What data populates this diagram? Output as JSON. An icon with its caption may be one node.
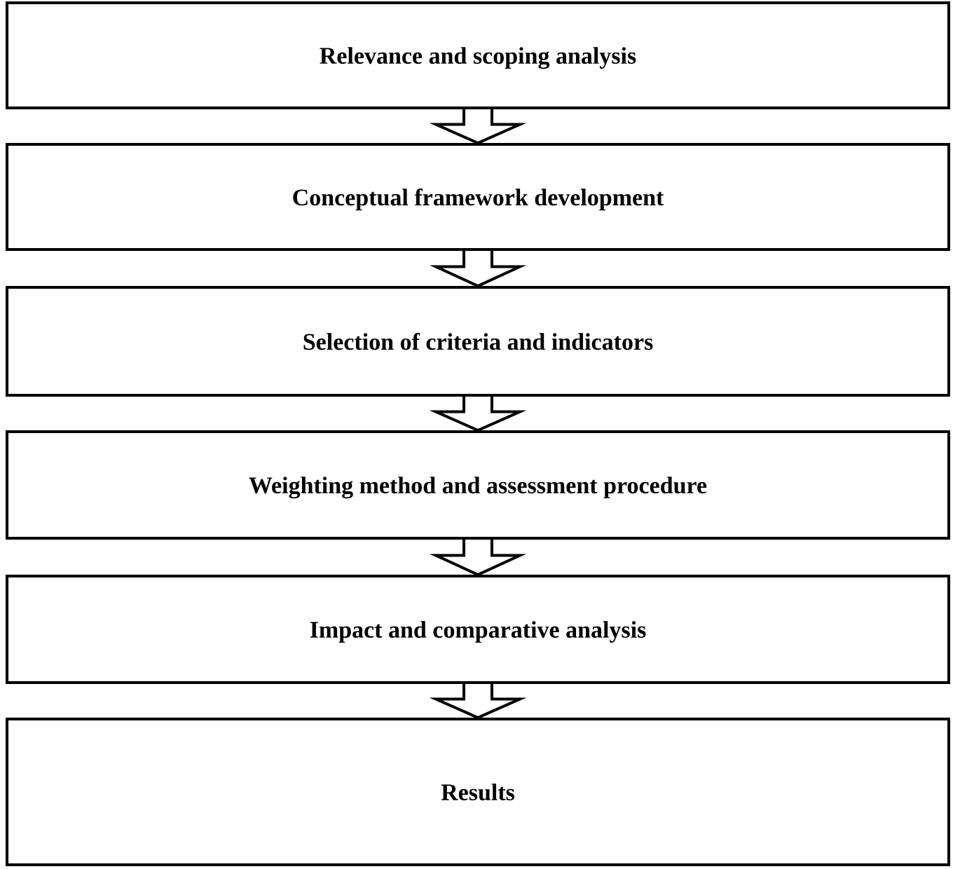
{
  "diagram": {
    "nodes": [
      {
        "text": [
          "Relevance and scoping analysis"
        ]
      },
      {
        "text": [
          "Conceptual framework development"
        ]
      },
      {
        "text": [
          "Selection of criteria and indicators"
        ]
      },
      {
        "text": [
          "Weighting method and assessment procedure"
        ]
      },
      {
        "text": [
          "Impact and comparative analysis"
        ]
      },
      {
        "text": [
          "Results"
        ]
      }
    ],
    "edges": [
      {
        "from": 0,
        "to": 1,
        "arrow": "to"
      },
      {
        "from": 1,
        "to": 2,
        "arrow": "to"
      },
      {
        "from": 2,
        "to": 3,
        "arrow": "to"
      },
      {
        "from": 3,
        "to": 4,
        "arrow": "to"
      },
      {
        "from": 4,
        "to": 5,
        "arrow": "to"
      }
    ]
  }
}
